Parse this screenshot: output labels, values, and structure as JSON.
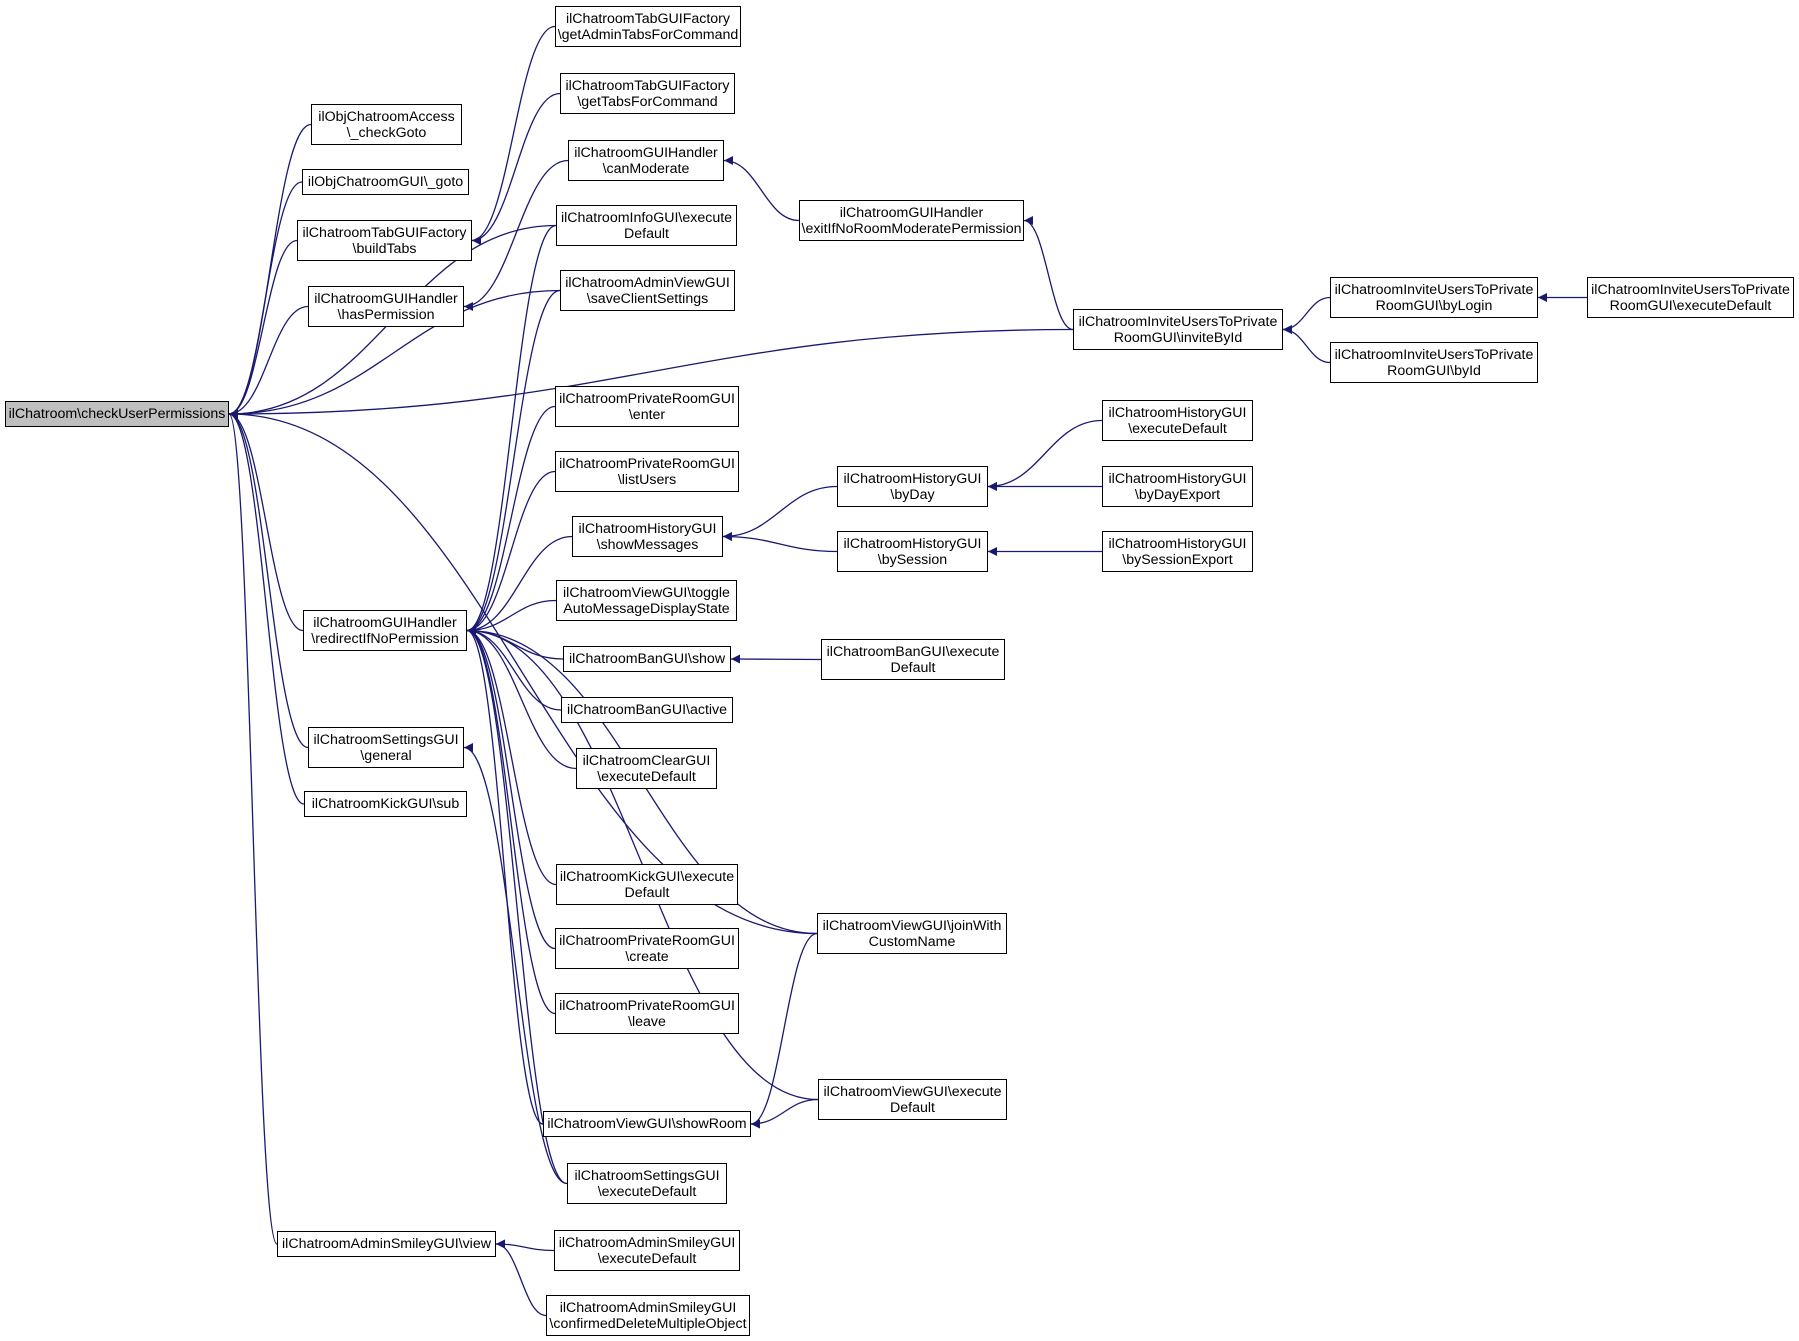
{
  "colors": {
    "edge": "#191970",
    "box_border": "#000000",
    "root_fill": "#bfbfbf",
    "box_fill": "#ffffff"
  },
  "nodes": [
    {
      "id": "root",
      "lines": [
        "ilChatroom\\checkUserPermissions"
      ]
    },
    {
      "id": "objAccess",
      "lines": [
        "ilObjChatroomAccess",
        "\\_checkGoto"
      ]
    },
    {
      "id": "objGoto",
      "lines": [
        "ilObjChatroomGUI\\_goto"
      ]
    },
    {
      "id": "buildTabs",
      "lines": [
        "ilChatroomTabGUIFactory",
        "\\buildTabs"
      ]
    },
    {
      "id": "hasPerm",
      "lines": [
        "ilChatroomGUIHandler",
        "\\hasPermission"
      ]
    },
    {
      "id": "redirect",
      "lines": [
        "ilChatroomGUIHandler",
        "\\redirectIfNoPermission"
      ]
    },
    {
      "id": "settingsGeneral",
      "lines": [
        "ilChatroomSettingsGUI",
        "\\general"
      ]
    },
    {
      "id": "kickSub",
      "lines": [
        "ilChatroomKickGUI\\sub"
      ]
    },
    {
      "id": "smileyView",
      "lines": [
        "ilChatroomAdminSmileyGUI\\view"
      ]
    },
    {
      "id": "adminTabs",
      "lines": [
        "ilChatroomTabGUIFactory",
        "\\getAdminTabsForCommand"
      ]
    },
    {
      "id": "getTabs",
      "lines": [
        "ilChatroomTabGUIFactory",
        "\\getTabsForCommand"
      ]
    },
    {
      "id": "canModerate",
      "lines": [
        "ilChatroomGUIHandler",
        "\\canModerate"
      ]
    },
    {
      "id": "infoExec",
      "lines": [
        "ilChatroomInfoGUI\\execute",
        "Default"
      ]
    },
    {
      "id": "saveClient",
      "lines": [
        "ilChatroomAdminViewGUI",
        "\\saveClientSettings"
      ]
    },
    {
      "id": "privEnter",
      "lines": [
        "ilChatroomPrivateRoomGUI",
        "\\enter"
      ]
    },
    {
      "id": "privList",
      "lines": [
        "ilChatroomPrivateRoomGUI",
        "\\listUsers"
      ]
    },
    {
      "id": "histShow",
      "lines": [
        "ilChatroomHistoryGUI",
        "\\showMessages"
      ]
    },
    {
      "id": "toggleAuto",
      "lines": [
        "ilChatroomViewGUI\\toggle",
        "AutoMessageDisplayState"
      ]
    },
    {
      "id": "banShow",
      "lines": [
        "ilChatroomBanGUI\\show"
      ]
    },
    {
      "id": "banActive",
      "lines": [
        "ilChatroomBanGUI\\active"
      ]
    },
    {
      "id": "clearExec",
      "lines": [
        "ilChatroomClearGUI",
        "\\executeDefault"
      ]
    },
    {
      "id": "kickExec",
      "lines": [
        "ilChatroomKickGUI\\execute",
        "Default"
      ]
    },
    {
      "id": "privCreate",
      "lines": [
        "ilChatroomPrivateRoomGUI",
        "\\create"
      ]
    },
    {
      "id": "privLeave",
      "lines": [
        "ilChatroomPrivateRoomGUI",
        "\\leave"
      ]
    },
    {
      "id": "showRoom",
      "lines": [
        "ilChatroomViewGUI\\showRoom"
      ]
    },
    {
      "id": "settingsExec",
      "lines": [
        "ilChatroomSettingsGUI",
        "\\executeDefault"
      ]
    },
    {
      "id": "smileyExec",
      "lines": [
        "ilChatroomAdminSmileyGUI",
        "\\executeDefault"
      ]
    },
    {
      "id": "smileyDel",
      "lines": [
        "ilChatroomAdminSmileyGUI",
        "\\confirmedDeleteMultipleObject"
      ]
    },
    {
      "id": "exitIfNo",
      "lines": [
        "ilChatroomGUIHandler",
        "\\exitIfNoRoomModeratePermission"
      ]
    },
    {
      "id": "histByDay",
      "lines": [
        "ilChatroomHistoryGUI",
        "\\byDay"
      ]
    },
    {
      "id": "histBySession",
      "lines": [
        "ilChatroomHistoryGUI",
        "\\bySession"
      ]
    },
    {
      "id": "banExec",
      "lines": [
        "ilChatroomBanGUI\\execute",
        "Default"
      ]
    },
    {
      "id": "joinWith",
      "lines": [
        "ilChatroomViewGUI\\joinWith",
        "CustomName"
      ]
    },
    {
      "id": "viewExec",
      "lines": [
        "ilChatroomViewGUI\\execute",
        "Default"
      ]
    },
    {
      "id": "inviteById",
      "lines": [
        "ilChatroomInviteUsersToPrivate",
        "RoomGUI\\inviteById"
      ]
    },
    {
      "id": "histExecDef",
      "lines": [
        "ilChatroomHistoryGUI",
        "\\executeDefault"
      ]
    },
    {
      "id": "histByDayExp",
      "lines": [
        "ilChatroomHistoryGUI",
        "\\byDayExport"
      ]
    },
    {
      "id": "histBySessExp",
      "lines": [
        "ilChatroomHistoryGUI",
        "\\bySessionExport"
      ]
    },
    {
      "id": "inviteByLogin",
      "lines": [
        "ilChatroomInviteUsersToPrivate",
        "RoomGUI\\byLogin"
      ]
    },
    {
      "id": "inviteById2",
      "lines": [
        "ilChatroomInviteUsersToPrivate",
        "RoomGUI\\byId"
      ]
    },
    {
      "id": "inviteExec",
      "lines": [
        "ilChatroomInviteUsersToPrivate",
        "RoomGUI\\executeDefault"
      ]
    }
  ],
  "edges": [
    [
      "objAccess",
      "root"
    ],
    [
      "objGoto",
      "root"
    ],
    [
      "buildTabs",
      "root"
    ],
    [
      "hasPerm",
      "root"
    ],
    [
      "redirect",
      "root"
    ],
    [
      "settingsGeneral",
      "root"
    ],
    [
      "kickSub",
      "root"
    ],
    [
      "smileyView",
      "root"
    ],
    [
      "infoExec",
      "root"
    ],
    [
      "saveClient",
      "root"
    ],
    [
      "joinWith",
      "root"
    ],
    [
      "inviteById",
      "root"
    ],
    [
      "adminTabs",
      "buildTabs"
    ],
    [
      "getTabs",
      "buildTabs"
    ],
    [
      "canModerate",
      "hasPerm"
    ],
    [
      "infoExec",
      "redirect"
    ],
    [
      "saveClient",
      "redirect"
    ],
    [
      "privEnter",
      "redirect"
    ],
    [
      "privList",
      "redirect"
    ],
    [
      "histShow",
      "redirect"
    ],
    [
      "toggleAuto",
      "redirect"
    ],
    [
      "banShow",
      "redirect"
    ],
    [
      "banActive",
      "redirect"
    ],
    [
      "clearExec",
      "redirect"
    ],
    [
      "kickExec",
      "redirect"
    ],
    [
      "privCreate",
      "redirect"
    ],
    [
      "privLeave",
      "redirect"
    ],
    [
      "showRoom",
      "redirect"
    ],
    [
      "settingsExec",
      "redirect"
    ],
    [
      "joinWith",
      "redirect"
    ],
    [
      "viewExec",
      "redirect"
    ],
    [
      "settingsExec",
      "settingsGeneral"
    ],
    [
      "smileyExec",
      "smileyView"
    ],
    [
      "smileyDel",
      "smileyView"
    ],
    [
      "exitIfNo",
      "canModerate"
    ],
    [
      "inviteById",
      "exitIfNo"
    ],
    [
      "histByDay",
      "histShow"
    ],
    [
      "histBySession",
      "histShow"
    ],
    [
      "histExecDef",
      "histByDay"
    ],
    [
      "histByDayExp",
      "histByDay"
    ],
    [
      "histBySessExp",
      "histBySession"
    ],
    [
      "banExec",
      "banShow"
    ],
    [
      "joinWith",
      "showRoom"
    ],
    [
      "viewExec",
      "showRoom"
    ],
    [
      "inviteByLogin",
      "inviteById"
    ],
    [
      "inviteById2",
      "inviteById"
    ],
    [
      "inviteExec",
      "inviteByLogin"
    ]
  ]
}
